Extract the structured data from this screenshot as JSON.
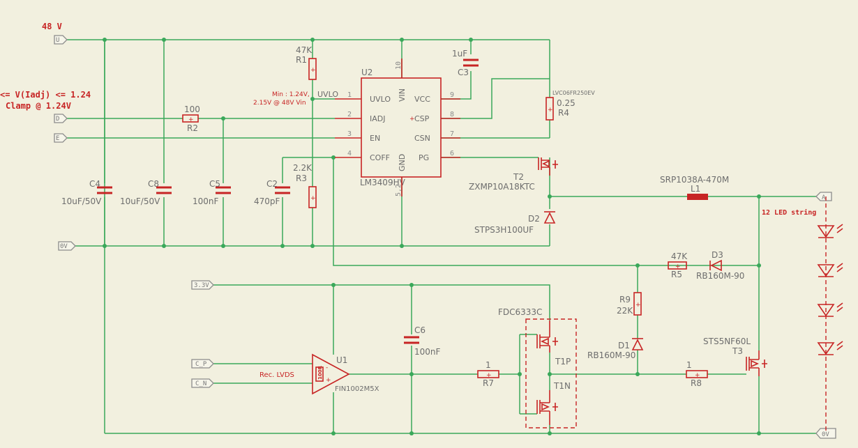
{
  "nets": {
    "v48": "48 V",
    "ov": "0V",
    "v33": "3.3V",
    "a": "A",
    "ov2": "0V"
  },
  "ports": {
    "u": "U",
    "d": "D",
    "e": "E",
    "cp": "C_P",
    "cn": "C_N"
  },
  "annotations": {
    "range": "<= V(Iadj) <= 1.24",
    "clamp": "Clamp @ 1.24V",
    "uvlo_min": "Min : 1.24V,",
    "uvlo_max": "2.15V @ 48V Vin",
    "uvlo_net": "UVLO",
    "led_string": "12 LED string",
    "rec_lvds": "Rec. LVDS",
    "term": "100R"
  },
  "u2": {
    "ref": "U2",
    "part": "LM3409HV",
    "pins_left": [
      {
        "num": "1",
        "name": "UVLO"
      },
      {
        "num": "2",
        "name": "IADJ"
      },
      {
        "num": "3",
        "name": "EN"
      },
      {
        "num": "4",
        "name": "COFF"
      }
    ],
    "pins_right": [
      {
        "num": "9",
        "name": "VCC"
      },
      {
        "num": "8",
        "name": "CSP"
      },
      {
        "num": "7",
        "name": "CSN"
      },
      {
        "num": "6",
        "name": "PG"
      }
    ],
    "pin_top": {
      "num": "10",
      "name": "VIN"
    },
    "pin_bottom": {
      "num": "5,2",
      "name": "GND"
    }
  },
  "u1": {
    "ref": "U1",
    "part": "FIN1002M5X"
  },
  "t_pair": {
    "part": "FDC6333C",
    "p": "T1P",
    "n": "T1N"
  },
  "components": {
    "r1": {
      "ref": "R1",
      "value": "47K"
    },
    "r2": {
      "ref": "R2",
      "value": "100"
    },
    "r3": {
      "ref": "R3",
      "value": "2.2K"
    },
    "r4": {
      "ref": "R4",
      "value": "0.25",
      "part": "LVC06FR250EV"
    },
    "r5": {
      "ref": "R5",
      "value": "47K"
    },
    "r7": {
      "ref": "R7",
      "value": "1"
    },
    "r8": {
      "ref": "R8",
      "value": "1"
    },
    "r9": {
      "ref": "R9",
      "value": "22K"
    },
    "c2": {
      "ref": "C2",
      "value": "470pF"
    },
    "c3": {
      "ref": "C3",
      "value": "1uF"
    },
    "c4": {
      "ref": "C4",
      "value": "10uF/50V"
    },
    "c5": {
      "ref": "C5",
      "value": "100nF"
    },
    "c6": {
      "ref": "C6",
      "value": "100nF"
    },
    "c8": {
      "ref": "C8",
      "value": "10uF/50V"
    },
    "t2": {
      "ref": "T2",
      "value": "ZXMP10A18KTC"
    },
    "t3": {
      "ref": "T3",
      "value": "STS5NF60L"
    },
    "d1": {
      "ref": "D1",
      "value": "RB160M-90"
    },
    "d2": {
      "ref": "D2",
      "value": "STPS3H100UF"
    },
    "d3": {
      "ref": "D3",
      "value": "RB160M-90"
    },
    "l1": {
      "ref": "L1",
      "value": "SRP1038A-470M"
    }
  }
}
